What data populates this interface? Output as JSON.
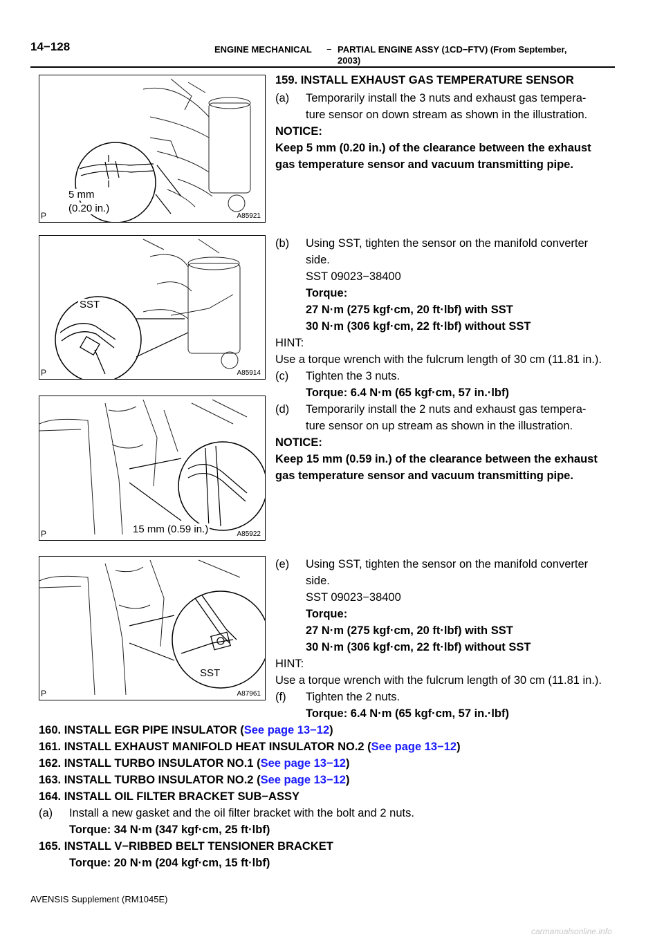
{
  "header": {
    "page_number": "14−128",
    "section": "ENGINE MECHANICAL",
    "separator": "−",
    "title_line1": "PARTIAL ENGINE ASSY (1CD−FTV) (From September,",
    "title_line2": "2003)"
  },
  "figures": [
    {
      "code": "A85921",
      "p": "P",
      "label1": "5 mm",
      "label2": "(0.20 in.)"
    },
    {
      "code": "A85914",
      "p": "P",
      "label1": "SST"
    },
    {
      "code": "A85922",
      "p": "P",
      "label1": "15 mm (0.59 in.)"
    },
    {
      "code": "A87961",
      "p": "P",
      "label1": "SST"
    }
  ],
  "step159": {
    "title": "159. INSTALL EXHAUST GAS TEMPERATURE SENSOR",
    "a_marker": "(a)",
    "a_line1": "Temporarily install the 3 nuts and exhaust gas tempera-",
    "a_line2": "ture sensor on down stream as shown in the illustration.",
    "notice1_title": "NOTICE:",
    "notice1_line1": "Keep 5 mm (0.20 in.) of the clearance between the exhaust",
    "notice1_line2": "gas temperature sensor and vacuum transmitting pipe.",
    "b_marker": "(b)",
    "b_line1": "Using SST, tighten the sensor on the manifold converter",
    "b_line2": "side.",
    "b_sst": "SST   09023−38400",
    "b_torque_title": "Torque:",
    "b_torque1": "27 N·m (275 kgf·cm, 20 ft·lbf) with SST",
    "b_torque2": "30 N·m (306 kgf·cm, 22 ft·lbf) without SST",
    "hint1_title": "HINT:",
    "hint1_text": "Use a torque wrench with the fulcrum length of 30 cm (11.81 in.).",
    "c_marker": "(c)",
    "c_line1": "Tighten the 3 nuts.",
    "c_torque": "Torque: 6.4 N·m (65 kgf·cm, 57 in.·lbf)",
    "d_marker": "(d)",
    "d_line1": "Temporarily install the 2 nuts and exhaust gas tempera-",
    "d_line2": "ture sensor on up stream as shown in the illustration.",
    "notice2_title": "NOTICE:",
    "notice2_line1": "Keep 15 mm (0.59 in.) of the clearance between the exhaust",
    "notice2_line2": "gas temperature sensor and vacuum transmitting pipe.",
    "e_marker": "(e)",
    "e_line1": "Using SST, tighten the sensor on the manifold converter",
    "e_line2": "side.",
    "e_sst": "SST   09023−38400",
    "e_torque_title": "Torque:",
    "e_torque1": "27 N·m (275 kgf·cm, 20 ft·lbf) with SST",
    "e_torque2": "30 N·m (306 kgf·cm, 22 ft·lbf) without SST",
    "hint2_title": "HINT:",
    "hint2_text": "Use a torque wrench with the fulcrum length of 30 cm (11.81 in.).",
    "f_marker": "(f)",
    "f_line1": "Tighten the 2 nuts.",
    "f_torque": "Torque: 6.4 N·m (65 kgf·cm, 57 in.·lbf)"
  },
  "steps": [
    {
      "text": "160. INSTALL EGR PIPE INSULATOR (",
      "link": "See page 13−12",
      "tail": ")"
    },
    {
      "text": "161. INSTALL EXHAUST MANIFOLD HEAT INSULATOR NO.2 (",
      "link": "See page 13−12",
      "tail": ")"
    },
    {
      "text": "162. INSTALL TURBO INSULATOR NO.1 (",
      "link": "See page 13−12",
      "tail": ")"
    },
    {
      "text": "163. INSTALL TURBO INSULATOR NO.2 (",
      "link": "See page 13−12",
      "tail": ")"
    }
  ],
  "step164": {
    "title": "164.  INSTALL OIL FILTER BRACKET SUB−ASSY",
    "a_marker": "(a)",
    "a_text": "Install a new gasket and the oil filter bracket with the bolt and 2 nuts.",
    "torque": "Torque: 34 N·m (347 kgf·cm, 25 ft·lbf)"
  },
  "step165": {
    "title": "165.  INSTALL V−RIBBED BELT TENSIONER BRACKET",
    "torque": "Torque: 20 N·m (204 kgf·cm, 15 ft·lbf)"
  },
  "footer": {
    "text": "AVENSIS Supplement   (RM1045E)",
    "watermark": "carmanualsonline.info"
  }
}
